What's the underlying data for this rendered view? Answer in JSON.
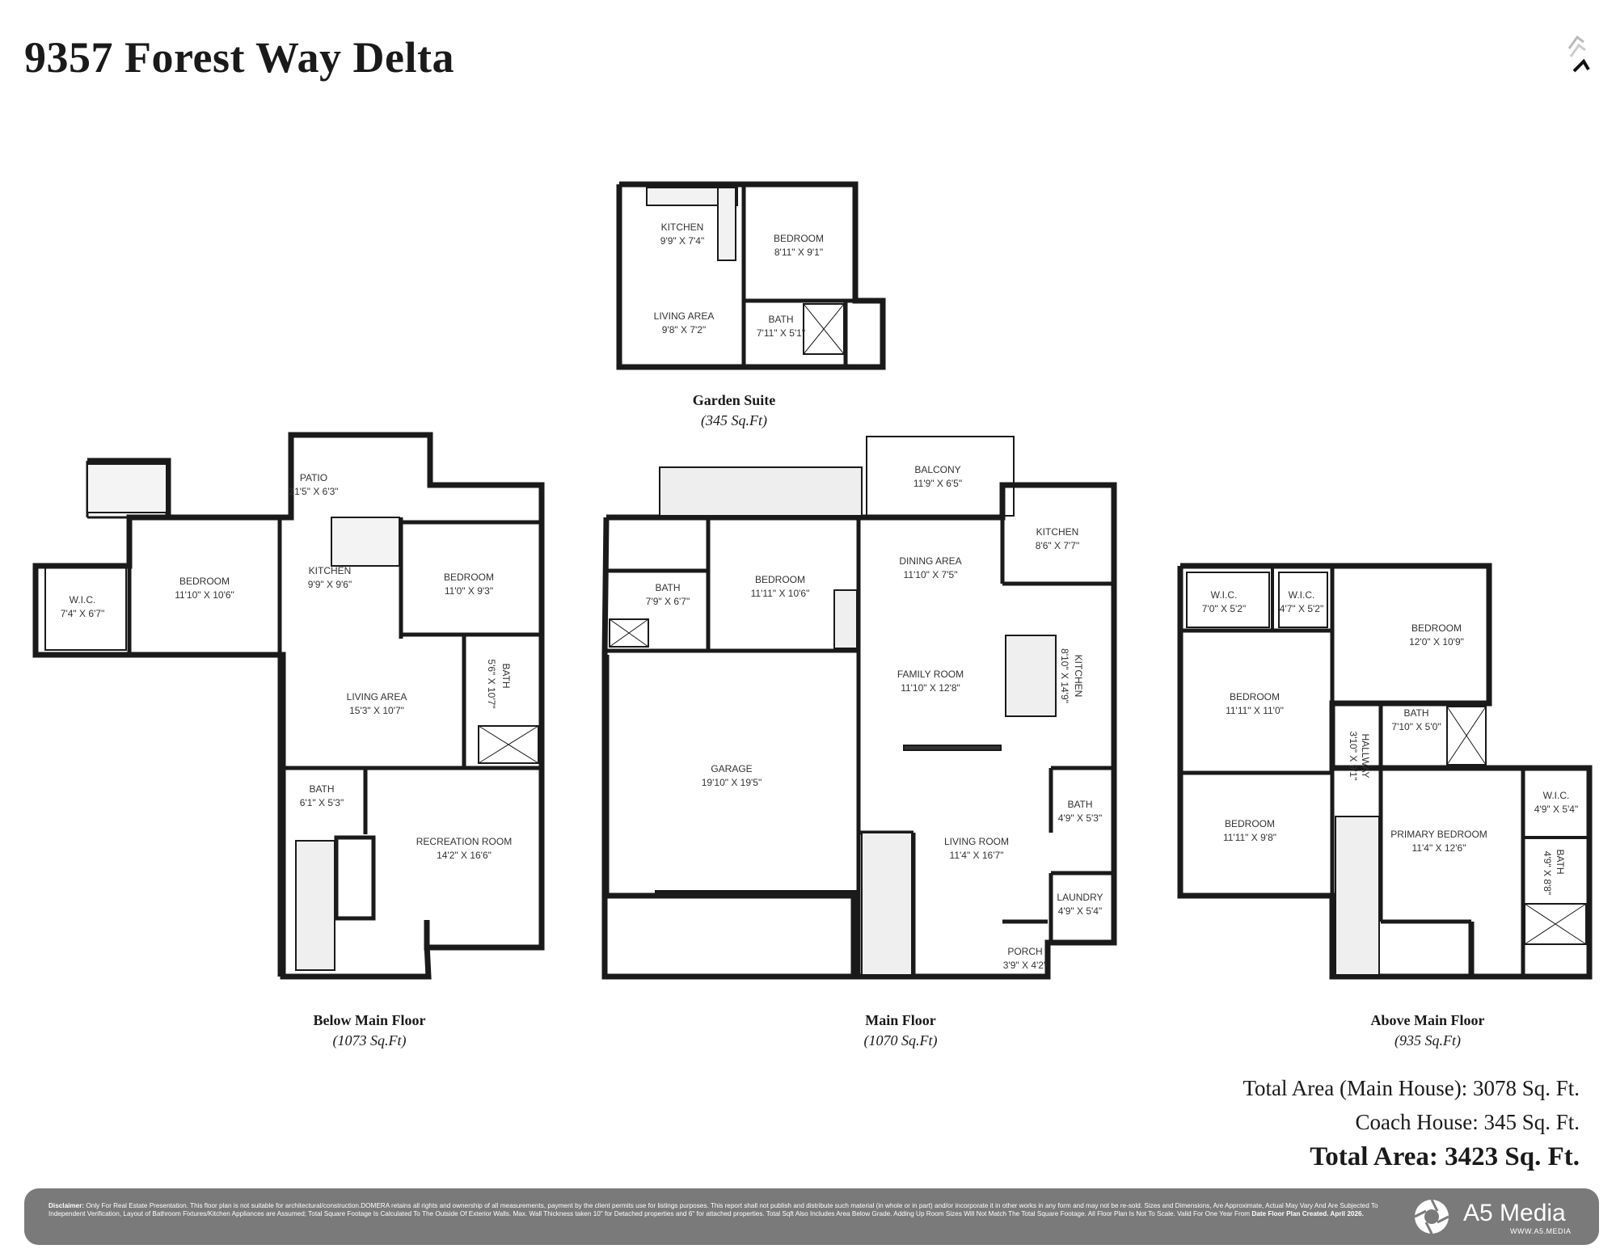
{
  "title": "9357 Forest Way Delta",
  "floors": {
    "garden_suite": {
      "name": "Garden Suite",
      "area": "(345 Sq.Ft)",
      "rooms": [
        {
          "label": "KITCHEN",
          "dims": "9'9\" X 7'4\""
        },
        {
          "label": "BEDROOM",
          "dims": "8'11\" X 9'1\""
        },
        {
          "label": "LIVING AREA",
          "dims": "9'8\" X 7'2\""
        },
        {
          "label": "BATH",
          "dims": "7'11\" X 5'1\""
        }
      ]
    },
    "below_main": {
      "name": "Below Main Floor",
      "area": "(1073 Sq.Ft)",
      "rooms": [
        {
          "label": "PATIO",
          "dims": "21'5\" X 6'3\""
        },
        {
          "label": "BEDROOM",
          "dims": "11'10\" X 10'6\""
        },
        {
          "label": "KITCHEN",
          "dims": "9'9\" X 9'6\""
        },
        {
          "label": "BEDROOM",
          "dims": "11'0\" X 9'3\""
        },
        {
          "label": "W.I.C.",
          "dims": "7'4\" X 6'7\""
        },
        {
          "label": "LIVING AREA",
          "dims": "15'3\" X 10'7\""
        },
        {
          "label": "BATH",
          "dims": "5'6\" X 10'7\""
        },
        {
          "label": "BATH",
          "dims": "6'1\" X 5'3\""
        },
        {
          "label": "RECREATION ROOM",
          "dims": "14'2\" X 16'6\""
        }
      ]
    },
    "main": {
      "name": "Main Floor",
      "area": "(1070 Sq.Ft)",
      "rooms": [
        {
          "label": "BALCONY",
          "dims": "11'9\" X 6'5\""
        },
        {
          "label": "KITCHEN",
          "dims": "8'6\" X 7'7\""
        },
        {
          "label": "BEDROOM",
          "dims": "11'11\" X 10'6\""
        },
        {
          "label": "BATH",
          "dims": "7'9\" X 6'7\""
        },
        {
          "label": "DINING AREA",
          "dims": "11'10\" X 7'5\""
        },
        {
          "label": "FAMILY ROOM",
          "dims": "11'10\" X 12'8\""
        },
        {
          "label": "KITCHEN",
          "dims": "8'10\" X 14'9\""
        },
        {
          "label": "GARAGE",
          "dims": "19'10\" X 19'5\""
        },
        {
          "label": "BATH",
          "dims": "4'9\" X 5'3\""
        },
        {
          "label": "LIVING ROOM",
          "dims": "11'4\" X 16'7\""
        },
        {
          "label": "LAUNDRY",
          "dims": "4'9\" X 5'4\""
        },
        {
          "label": "PORCH",
          "dims": "3'9\" X 4'2\""
        }
      ]
    },
    "above_main": {
      "name": "Above Main Floor",
      "area": "(935 Sq.Ft)",
      "rooms": [
        {
          "label": "W.I.C.",
          "dims": "7'0\" X 5'2\""
        },
        {
          "label": "W.I.C.",
          "dims": "4'7\" X 5'2\""
        },
        {
          "label": "BEDROOM",
          "dims": "12'0\" X 10'9\""
        },
        {
          "label": "BEDROOM",
          "dims": "11'11\" X 11'0\""
        },
        {
          "label": "HALLWAY",
          "dims": "3'10\" X 9'1\""
        },
        {
          "label": "BATH",
          "dims": "7'10\" X 5'0\""
        },
        {
          "label": "BEDROOM",
          "dims": "11'11\" X 9'8\""
        },
        {
          "label": "PRIMARY BEDROOM",
          "dims": "11'4\" X 12'6\""
        },
        {
          "label": "W.I.C.",
          "dims": "4'9\" X 5'4\""
        },
        {
          "label": "BATH",
          "dims": "4'9\" X 8'8\""
        }
      ]
    }
  },
  "totals": {
    "main_house": "Total Area (Main House): 3078 Sq. Ft.",
    "coach_house": "Coach House: 345 Sq. Ft.",
    "total": "Total Area: 3423 Sq. Ft."
  },
  "footer": {
    "disclaimer_label": "Disclaimer:",
    "disclaimer_text": " Only For Real Estate Presentation. This floor plan is not suitable for architectural/construction.DOMERA retains all rights and ownership of all measurements, payment by the client permits use for listings purposes. This report shall not publish and distribute such material (in whole or in part) and/or incorporate it in other works in any form and may not be re-sold. Sizes and Dimensions, Are Approximate, Actual May Vary And Are Subjected To Independent Verification, Layout of Bathroom Fixtures/Kitchen Appliances are Assumed; Total Square Footage Is Calculated To The Outside Of Exterior Walls. Max. Wall Thickness taken 10\" for Detached properties and 6\" for attached properties. Total Sqft Also Includes Area Below Grade. Adding Up Room Sizes Will Not Match The Total Square Footage. All Floor Plan Is Not To Scale. Valid For One Year From",
    "disclaimer_date": " Date Floor Plan Created. April 2026.",
    "brand_name": "A5 Media",
    "brand_url": "WWW.A5.MEDIA"
  }
}
